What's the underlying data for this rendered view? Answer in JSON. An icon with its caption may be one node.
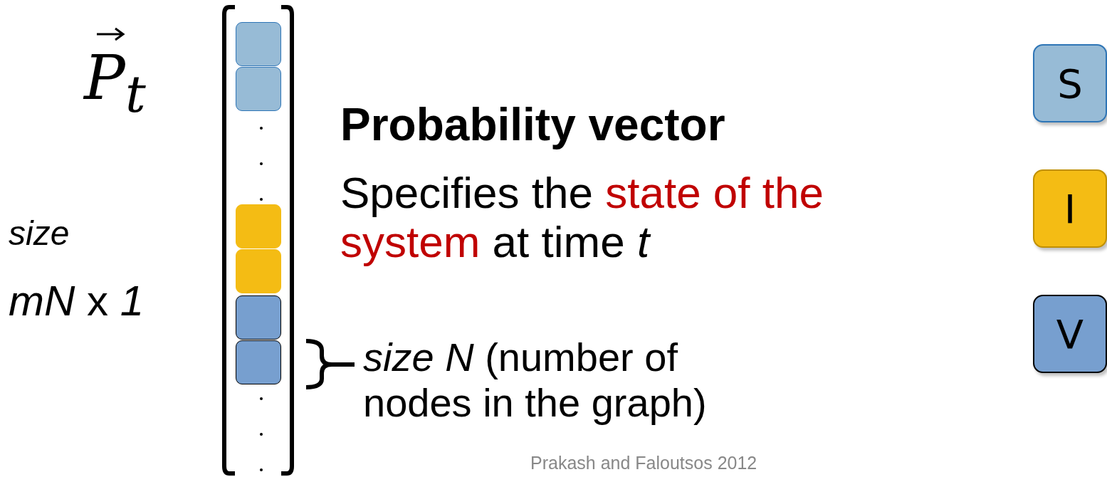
{
  "diagram": {
    "nodes": [
      {
        "text": [],
        "shape": "box"
      },
      {
        "text": [],
        "shape": "box"
      },
      {
        "text": [],
        "shape": "box"
      },
      {
        "text": [],
        "shape": "box"
      },
      {
        "text": [],
        "shape": "box"
      },
      {
        "text": [],
        "shape": "box"
      },
      {
        "text": [
          "S"
        ]
      },
      {
        "text": [
          "I"
        ]
      },
      {
        "text": [
          "V"
        ]
      }
    ],
    "edges": [],
    "labels": [
      "P$_{t}$",
      "Probability vector",
      "Specifies the",
      "state of the system",
      "at time *t*",
      "size",
      "*mN* x *1*",
      "*size N* (number of nodes in the graph)",
      "Prakash and Faloutsos 2012"
    ]
  }
}
